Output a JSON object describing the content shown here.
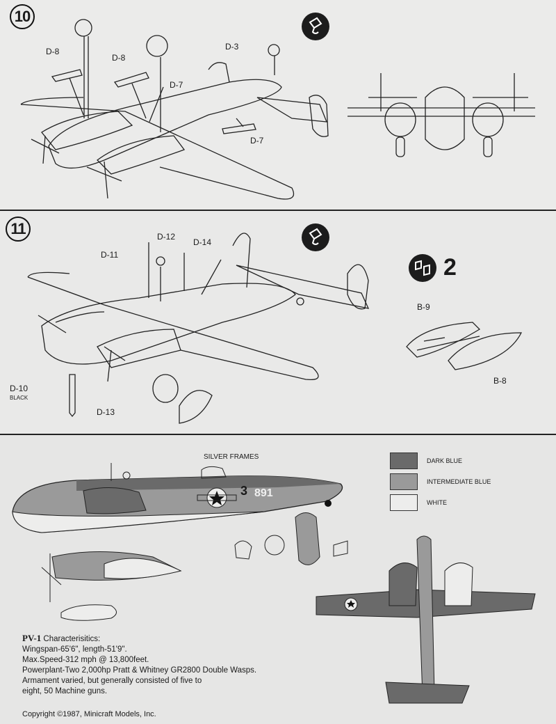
{
  "step10": {
    "number": "10",
    "labels": {
      "d8a": "D-8",
      "d8b": "D-8",
      "d3": "D-3",
      "d7a": "D-7",
      "d7b": "D-7"
    }
  },
  "step11": {
    "number": "11",
    "labels": {
      "d11": "D-11",
      "d12": "D-12",
      "d14": "D-14",
      "d10": "D-10",
      "d10_color": "BLACK",
      "d13": "D-13",
      "b9": "B-9",
      "b8": "B-8"
    },
    "substep": "2"
  },
  "markings": {
    "silver_frames": "SILVER FRAMES",
    "aircraft_number": "3",
    "tail_code": "891",
    "legend": [
      {
        "label": "DARK BLUE",
        "color": "#6a6a6a"
      },
      {
        "label": "INTERMEDIATE BLUE",
        "color": "#9a9a9a"
      },
      {
        "label": "WHITE",
        "color": "#ededec"
      }
    ]
  },
  "characteristics": {
    "model": "PV-1",
    "title": "Characterisitics:",
    "lines": [
      "Wingspan-65'6\", length-51'9\".",
      "Max.Speed-312  mph @ 13,800feet.",
      "Powerplant-Two 2,000hp Pratt & Whitney GR2800 Double Wasps.",
      "Armament varied, but generally consisted of five to",
      "eight, 50 Machine guns."
    ],
    "copyright": "Copyright ©1987, Minicraft Models, Inc."
  },
  "colors": {
    "line": "#222222",
    "dark_blue": "#6a6a6a",
    "intermediate_blue": "#9a9a9a",
    "white": "#ededec"
  }
}
